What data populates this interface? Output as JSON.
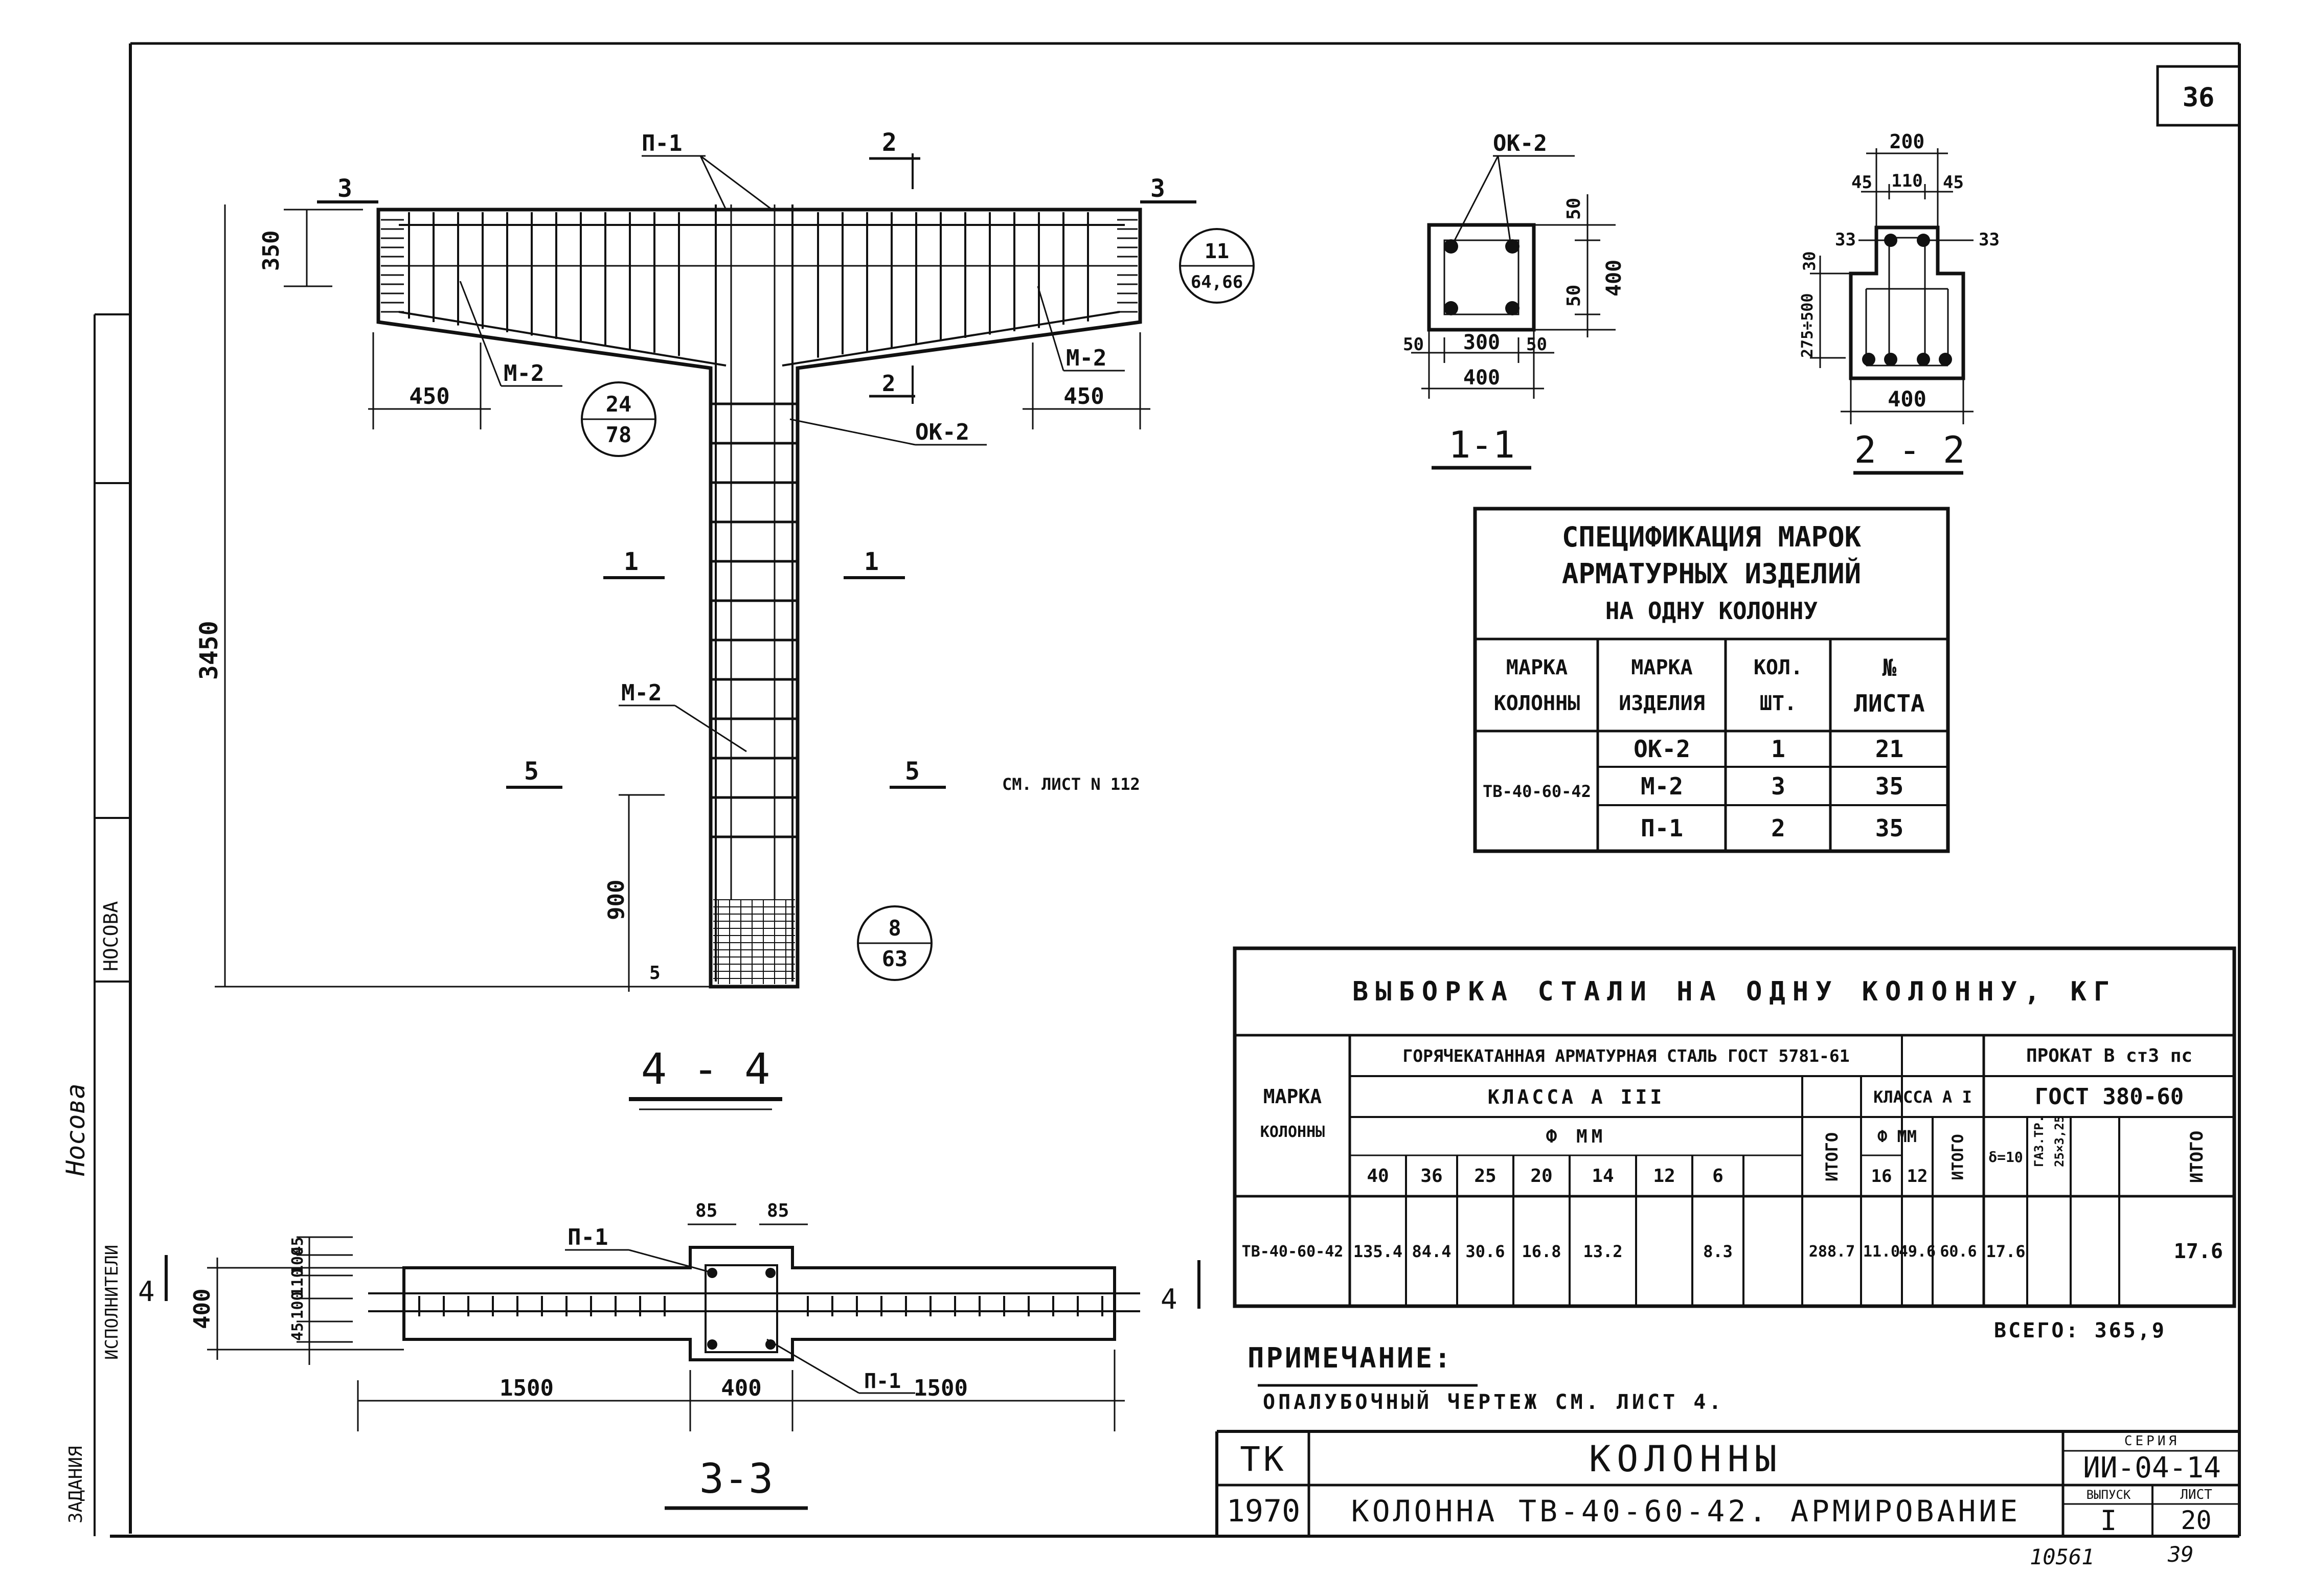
{
  "sheet_number": "36",
  "sections": {
    "s44": "4 - 4",
    "s11": "1-1",
    "s22": "2 - 2",
    "s33": "3-3"
  },
  "main_drawing": {
    "labels": {
      "p1_top": "П-1",
      "m2_left": "М-2",
      "m2_right": "М-2",
      "ok2": "ОК-2",
      "m2_center": "М-2",
      "cut2_top": "2",
      "cut2_mid": "2",
      "cut3_left": "3",
      "cut3_right": "3",
      "cut1_left": "1",
      "cut1_right": "1",
      "cut5_left": "5",
      "cut5_right": "5",
      "cut5_bottom": "5",
      "see_sheet": "СМ. ЛИСТ N 112"
    },
    "dims": {
      "d350": "350",
      "d450_left": "450",
      "d450_right": "450",
      "d3450": "3450",
      "d900": "900"
    },
    "callouts": [
      {
        "top": "24",
        "bottom": "78"
      },
      {
        "top": "11",
        "bottom": "64,66"
      },
      {
        "top": "8",
        "bottom": "63"
      }
    ]
  },
  "section_11": {
    "label_ok2": "ОК-2",
    "dims": {
      "d50a": "50",
      "d400v": "400",
      "d50b": "50",
      "d50l": "50",
      "d300": "300",
      "d50r": "50",
      "d400h": "400"
    }
  },
  "section_22": {
    "dims": {
      "d200": "200",
      "d45l": "45",
      "d110": "110",
      "d45r": "45",
      "d33l": "33",
      "d33r": "33",
      "d30": "30",
      "d275": "275÷500",
      "d400": "400"
    }
  },
  "plan_33": {
    "labels": {
      "p1_top": "П-1",
      "p1_bottom": "П-1",
      "d85a": "85",
      "d85b": "85",
      "cut4_left": "4",
      "cut4_right": "4"
    },
    "dims": {
      "d1500l": "1500",
      "d400": "400",
      "d1500r": "1500",
      "d400v": "400",
      "stack": [
        "45",
        "100",
        "110",
        "100",
        "45"
      ]
    }
  },
  "spec_table": {
    "title": [
      "СПЕЦИФИКАЦИЯ МАРОК",
      "АРМАТУРНЫХ ИЗДЕЛИЙ",
      "НА ОДНУ КОЛОННУ"
    ],
    "headers": [
      [
        "МАРКА",
        "КОЛОННЫ"
      ],
      [
        "МАРКА",
        "ИЗДЕЛИЯ"
      ],
      [
        "КОЛ.",
        "ШТ."
      ],
      [
        "№",
        "ЛИСТА"
      ]
    ],
    "column_mark": "ТВ-40-60-42",
    "rows": [
      {
        "item": "ОК-2",
        "qty": "1",
        "sheet": "21"
      },
      {
        "item": "М-2",
        "qty": "3",
        "sheet": "35"
      },
      {
        "item": "П-1",
        "qty": "2",
        "sheet": "35"
      }
    ]
  },
  "steel_table": {
    "title": "ВЫБОРКА СТАЛИ НА ОДНУ КОЛОННУ, КГ",
    "h_marka": [
      "МАРКА",
      "КОЛОННЫ"
    ],
    "h_hot": "ГОРЯЧЕКАТАННАЯ АРМАТУРНАЯ СТАЛЬ ГОСТ 5781-61",
    "h_prokat": "ПРОКАТ В ст3 пс",
    "h_class3": "КЛАССА А III",
    "h_class1": "КЛАССА А I",
    "h_gost": "ГОСТ 380-60",
    "h_phi": "Ф ММ",
    "h_phi2": "Ф ММ",
    "h_itogo": "ИТОГО",
    "h_itogo2": "ИТОГО",
    "h_itogo3": "ИТОГО",
    "h_delta": "δ=10",
    "h_gaz": "ГАЗ.ТР.",
    "h_gaz2": "25×3,25",
    "diam3": [
      "40",
      "36",
      "25",
      "20",
      "14",
      "12",
      "6",
      ""
    ],
    "diam1": [
      "16",
      "12"
    ],
    "row": {
      "mark": "ТВ-40-60-42",
      "v3": [
        "135.4",
        "84.4",
        "30.6",
        "16.8",
        "13.2",
        "",
        "8.3",
        ""
      ],
      "itogo3": "288.7",
      "v1": [
        "11.0",
        "49.6"
      ],
      "itogo1": "60.6",
      "delta": "17.6",
      "gaz": "",
      "empty": "",
      "itogo": "17.6"
    },
    "total": "ВСЕГО: 365,9"
  },
  "note": {
    "title": "ПРИМЕЧАНИЕ:",
    "text": "ОПАЛУБОЧНЫЙ ЧЕРТЕЖ СМ. ЛИСТ 4."
  },
  "title_block": {
    "tk": "ТК",
    "year": "1970",
    "title1": "КОЛОННЫ",
    "title2": "КОЛОННА ТВ-40-60-42. АРМИРОВАНИЕ",
    "series_label": "СЕРИЯ",
    "series": "ИИ-04-14",
    "issue_label": "ВЫПУСК",
    "issue": "I",
    "sheet_label": "ЛИСТ",
    "sheet": "20"
  },
  "bottom_marks": {
    "left": "10561",
    "right": "39"
  },
  "side_stamp": {
    "executors": "ИСПОЛНИТЕЛИ",
    "name": "НОСОВА",
    "sign": "Носова",
    "assign": "ЗАДАНИЯ"
  }
}
